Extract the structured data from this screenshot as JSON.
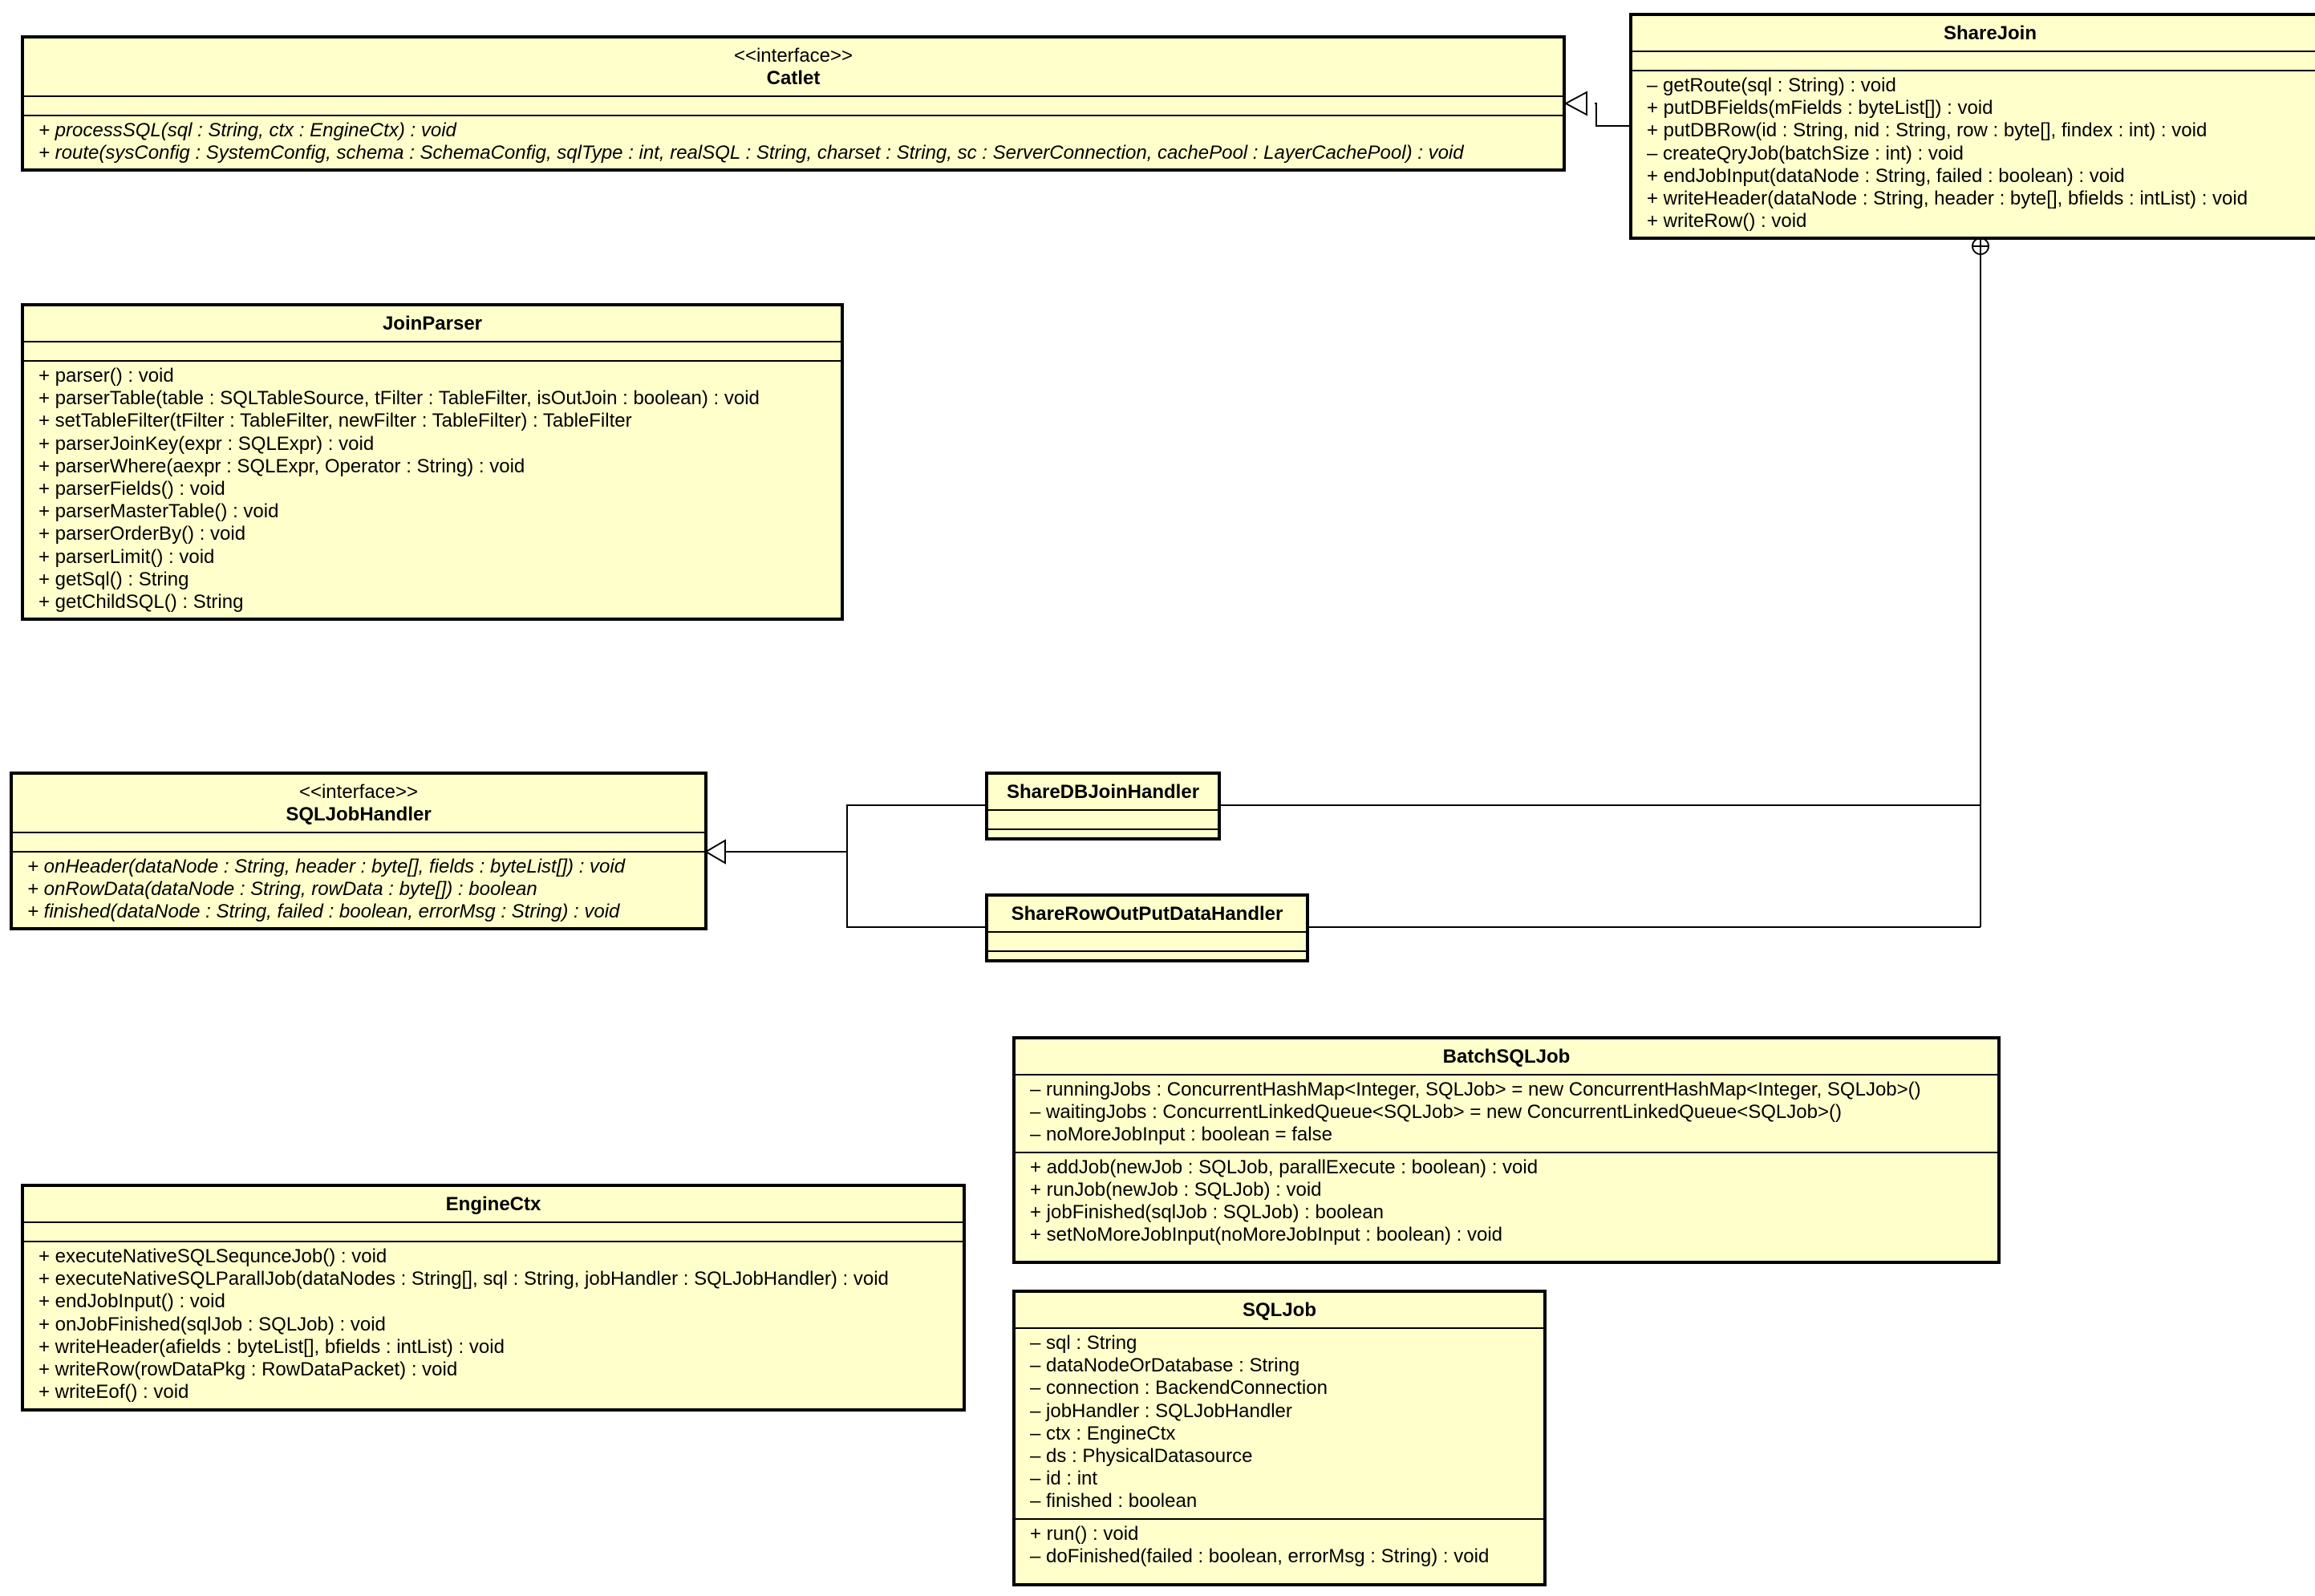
{
  "classes": {
    "catlet": {
      "stereotype": "<<interface>>",
      "name": "Catlet",
      "attributes": [],
      "operations": [
        "+ processSQL(sql : String, ctx : EngineCtx) : void",
        "+ route(sysConfig : SystemConfig, schema : SchemaConfig, sqlType : int, realSQL : String, charset : String, sc : ServerConnection, cachePool : LayerCachePool) : void"
      ]
    },
    "share_join": {
      "name": "ShareJoin",
      "attributes": [],
      "operations": [
        "– getRoute(sql : String) : void",
        "+ putDBFields(mFields : byteList[]) : void",
        "+ putDBRow(id : String, nid : String, row : byte[], findex : int) : void",
        "– createQryJob(batchSize : int) : void",
        "+ endJobInput(dataNode : String, failed : boolean) : void",
        "+ writeHeader(dataNode : String, header : byte[], bfields : intList) : void",
        "+ writeRow() : void"
      ]
    },
    "join_parser": {
      "name": "JoinParser",
      "attributes": [],
      "operations": [
        "+ parser() : void",
        "+ parserTable(table : SQLTableSource, tFilter : TableFilter, isOutJoin : boolean) : void",
        "+ setTableFilter(tFilter : TableFilter, newFilter : TableFilter) : TableFilter",
        "+ parserJoinKey(expr : SQLExpr) : void",
        "+ parserWhere(aexpr : SQLExpr, Operator : String) : void",
        "+ parserFields() : void",
        "+ parserMasterTable() : void",
        "+ parserOrderBy() : void",
        "+ parserLimit() : void",
        "+ getSql() : String",
        "+ getChildSQL() : String"
      ]
    },
    "sql_job_handler": {
      "stereotype": "<<interface>>",
      "name": "SQLJobHandler",
      "attributes": [],
      "operations": [
        "+ onHeader(dataNode : String, header : byte[], fields : byteList[]) : void",
        "+ onRowData(dataNode : String, rowData : byte[]) : boolean",
        "+ finished(dataNode : String, failed : boolean, errorMsg : String) : void"
      ]
    },
    "share_db_join_handler": {
      "name": "ShareDBJoinHandler",
      "attributes": [],
      "operations": []
    },
    "share_row_output_data_handler": {
      "name": "ShareRowOutPutDataHandler",
      "attributes": [],
      "operations": []
    },
    "batch_sql_job": {
      "name": "BatchSQLJob",
      "attributes": [
        "– runningJobs : ConcurrentHashMap<Integer, SQLJob> = new ConcurrentHashMap<Integer, SQLJob>()",
        "– waitingJobs : ConcurrentLinkedQueue<SQLJob> = new ConcurrentLinkedQueue<SQLJob>()",
        "– noMoreJobInput : boolean = false"
      ],
      "operations": [
        "+ addJob(newJob : SQLJob, parallExecute : boolean) : void",
        "+ runJob(newJob : SQLJob) : void",
        "+ jobFinished(sqlJob : SQLJob) : boolean",
        "+ setNoMoreJobInput(noMoreJobInput : boolean) : void"
      ]
    },
    "engine_ctx": {
      "name": "EngineCtx",
      "attributes": [],
      "operations": [
        "+ executeNativeSQLSequnceJob() : void",
        "+ executeNativeSQLParallJob(dataNodes : String[], sql : String, jobHandler : SQLJobHandler) : void",
        "+ endJobInput() : void",
        "+ onJobFinished(sqlJob : SQLJob) : void",
        "+ writeHeader(afields : byteList[], bfields : intList) : void",
        "+ writeRow(rowDataPkg : RowDataPacket) : void",
        "+ writeEof() : void"
      ]
    },
    "sql_job": {
      "name": "SQLJob",
      "attributes": [
        "– sql : String",
        "– dataNodeOrDatabase : String",
        "– connection : BackendConnection",
        "– jobHandler : SQLJobHandler",
        "– ctx : EngineCtx",
        "– ds : PhysicalDatasource",
        "– id : int",
        "– finished : boolean"
      ],
      "operations": [
        "+ run() : void",
        "– doFinished(failed : boolean, errorMsg : String) : void"
      ]
    }
  }
}
